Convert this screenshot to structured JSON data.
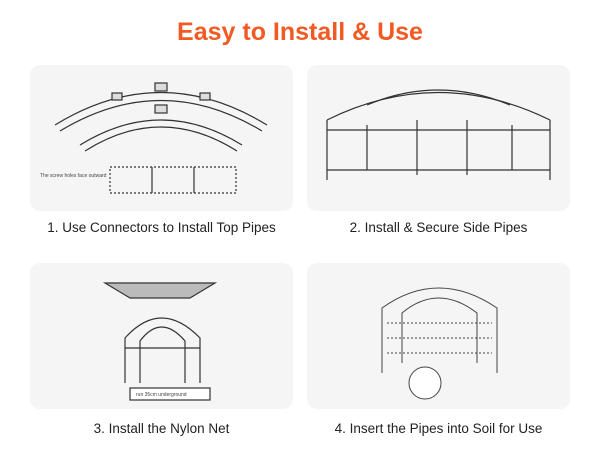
{
  "title": "Easy to Install & Use",
  "steps": [
    {
      "caption": "1. Use Connectors to Install Top Pipes",
      "note": "The screw holes face outward"
    },
    {
      "caption": "2. Install & Secure Side Pipes"
    },
    {
      "caption": "3. Install the Nylon Net",
      "note": "run 35cm underground"
    },
    {
      "caption": "4. Insert the Pipes into Soil for Use"
    }
  ]
}
